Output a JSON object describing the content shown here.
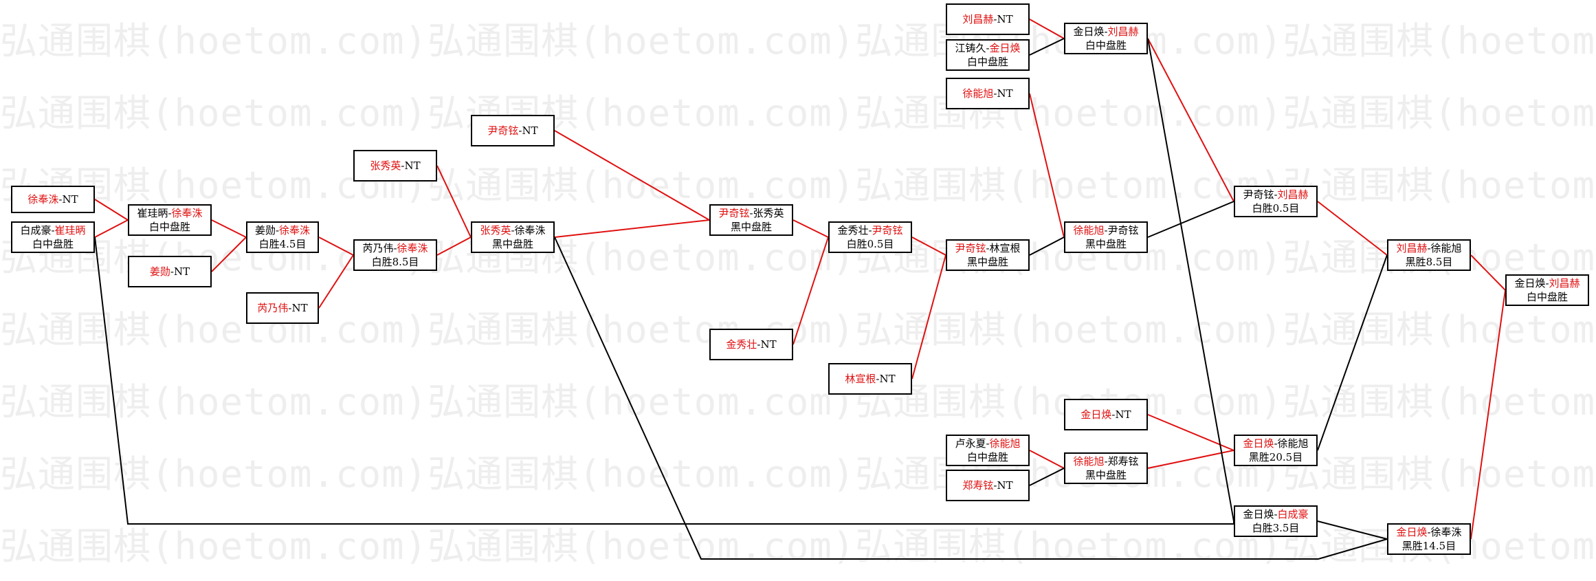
{
  "watermark": "弘通围棋(hoetom.com)",
  "colors": {
    "winner": "#e01010",
    "text": "#000000",
    "red_line": "#e01010",
    "black_line": "#000000"
  },
  "nodes": [
    {
      "id": "n1",
      "parts": [
        {
          "t": "徐奉洙",
          "c": "r"
        },
        {
          "t": "-NT",
          "c": "k"
        }
      ],
      "result": ""
    },
    {
      "id": "n2",
      "parts": [
        {
          "t": "白成豪-",
          "c": "k"
        },
        {
          "t": "崔珪昞",
          "c": "r"
        }
      ],
      "result": "白中盘胜"
    },
    {
      "id": "n3",
      "parts": [
        {
          "t": "崔珪昞-",
          "c": "k"
        },
        {
          "t": "徐奉洙",
          "c": "r"
        }
      ],
      "result": "白中盘胜"
    },
    {
      "id": "n4",
      "parts": [
        {
          "t": "姜勋",
          "c": "r"
        },
        {
          "t": "-NT",
          "c": "k"
        }
      ],
      "result": ""
    },
    {
      "id": "n5",
      "parts": [
        {
          "t": "姜勋-",
          "c": "k"
        },
        {
          "t": "徐奉洙",
          "c": "r"
        }
      ],
      "result": "白胜4.5目"
    },
    {
      "id": "n6",
      "parts": [
        {
          "t": "芮乃伟",
          "c": "r"
        },
        {
          "t": "-NT",
          "c": "k"
        }
      ],
      "result": ""
    },
    {
      "id": "n7",
      "parts": [
        {
          "t": "张秀英",
          "c": "r"
        },
        {
          "t": "-NT",
          "c": "k"
        }
      ],
      "result": ""
    },
    {
      "id": "n8",
      "parts": [
        {
          "t": "芮乃伟-",
          "c": "k"
        },
        {
          "t": "徐奉洙",
          "c": "r"
        }
      ],
      "result": "白胜8.5目"
    },
    {
      "id": "n9",
      "parts": [
        {
          "t": "尹奇铉",
          "c": "r"
        },
        {
          "t": "-NT",
          "c": "k"
        }
      ],
      "result": ""
    },
    {
      "id": "n10",
      "parts": [
        {
          "t": "张秀英",
          "c": "r"
        },
        {
          "t": "-徐奉洙",
          "c": "k"
        }
      ],
      "result": "黑中盘胜"
    },
    {
      "id": "n11",
      "parts": [
        {
          "t": "尹奇铉",
          "c": "r"
        },
        {
          "t": "-张秀英",
          "c": "k"
        }
      ],
      "result": "黑中盘胜"
    },
    {
      "id": "n12",
      "parts": [
        {
          "t": "金秀壮",
          "c": "r"
        },
        {
          "t": "-NT",
          "c": "k"
        }
      ],
      "result": ""
    },
    {
      "id": "n13",
      "parts": [
        {
          "t": "金秀壮-",
          "c": "k"
        },
        {
          "t": "尹奇铉",
          "c": "r"
        }
      ],
      "result": "白胜0.5目"
    },
    {
      "id": "n14",
      "parts": [
        {
          "t": "林宣根",
          "c": "r"
        },
        {
          "t": "-NT",
          "c": "k"
        }
      ],
      "result": ""
    },
    {
      "id": "n15",
      "parts": [
        {
          "t": "尹奇铉",
          "c": "r"
        },
        {
          "t": "-林宣根",
          "c": "k"
        }
      ],
      "result": "黑中盘胜"
    },
    {
      "id": "n16",
      "parts": [
        {
          "t": "刘昌赫",
          "c": "r"
        },
        {
          "t": "-NT",
          "c": "k"
        }
      ],
      "result": ""
    },
    {
      "id": "n17",
      "parts": [
        {
          "t": "江铸久-",
          "c": "k"
        },
        {
          "t": "金日焕",
          "c": "r"
        }
      ],
      "result": "白中盘胜"
    },
    {
      "id": "n18",
      "parts": [
        {
          "t": "徐能旭",
          "c": "r"
        },
        {
          "t": "-NT",
          "c": "k"
        }
      ],
      "result": ""
    },
    {
      "id": "n19",
      "parts": [
        {
          "t": "卢永夏-",
          "c": "k"
        },
        {
          "t": "徐能旭",
          "c": "r"
        }
      ],
      "result": "白中盘胜"
    },
    {
      "id": "n20",
      "parts": [
        {
          "t": "郑寿铉",
          "c": "r"
        },
        {
          "t": "-NT",
          "c": "k"
        }
      ],
      "result": ""
    },
    {
      "id": "n21",
      "parts": [
        {
          "t": "金日焕-",
          "c": "k"
        },
        {
          "t": "刘昌赫",
          "c": "r"
        }
      ],
      "result": "白中盘胜"
    },
    {
      "id": "n22",
      "parts": [
        {
          "t": "徐能旭",
          "c": "r"
        },
        {
          "t": "-尹奇铉",
          "c": "k"
        }
      ],
      "result": "黑中盘胜"
    },
    {
      "id": "n23",
      "parts": [
        {
          "t": "金日焕",
          "c": "r"
        },
        {
          "t": "-NT",
          "c": "k"
        }
      ],
      "result": ""
    },
    {
      "id": "n24",
      "parts": [
        {
          "t": "徐能旭",
          "c": "r"
        },
        {
          "t": "-郑寿铉",
          "c": "k"
        }
      ],
      "result": "黑中盘胜"
    },
    {
      "id": "n25",
      "parts": [
        {
          "t": "尹奇铉-",
          "c": "k"
        },
        {
          "t": "刘昌赫",
          "c": "r"
        }
      ],
      "result": "白胜0.5目"
    },
    {
      "id": "n26",
      "parts": [
        {
          "t": "金日焕",
          "c": "r"
        },
        {
          "t": "-徐能旭",
          "c": "k"
        }
      ],
      "result": "黑胜20.5目"
    },
    {
      "id": "n27",
      "parts": [
        {
          "t": "金日焕-",
          "c": "k"
        },
        {
          "t": "白成豪",
          "c": "r"
        }
      ],
      "result": "白胜3.5目"
    },
    {
      "id": "n28",
      "parts": [
        {
          "t": "刘昌赫",
          "c": "r"
        },
        {
          "t": "-徐能旭",
          "c": "k"
        }
      ],
      "result": "黑胜8.5目"
    },
    {
      "id": "n29",
      "parts": [
        {
          "t": "金日焕",
          "c": "r"
        },
        {
          "t": "-徐奉洙",
          "c": "k"
        }
      ],
      "result": "黑胜14.5目"
    },
    {
      "id": "n30",
      "parts": [
        {
          "t": "金日焕-",
          "c": "k"
        },
        {
          "t": "刘昌赫",
          "c": "r"
        }
      ],
      "result": "白中盘胜"
    }
  ],
  "edges": [
    {
      "from": "n1",
      "to": "n3",
      "color": "red"
    },
    {
      "from": "n2",
      "to": "n3",
      "color": "red"
    },
    {
      "from": "n3",
      "to": "n5",
      "color": "red"
    },
    {
      "from": "n4",
      "to": "n5",
      "color": "red"
    },
    {
      "from": "n5",
      "to": "n8",
      "color": "red"
    },
    {
      "from": "n6",
      "to": "n8",
      "color": "red"
    },
    {
      "from": "n7",
      "to": "n10",
      "color": "red"
    },
    {
      "from": "n8",
      "to": "n10",
      "color": "red"
    },
    {
      "from": "n9",
      "to": "n11",
      "color": "red"
    },
    {
      "from": "n10",
      "to": "n11",
      "color": "red"
    },
    {
      "from": "n11",
      "to": "n13",
      "color": "red"
    },
    {
      "from": "n12",
      "to": "n13",
      "color": "red"
    },
    {
      "from": "n13",
      "to": "n15",
      "color": "red"
    },
    {
      "from": "n14",
      "to": "n15",
      "color": "red"
    },
    {
      "from": "n16",
      "to": "n21",
      "color": "red"
    },
    {
      "from": "n17",
      "to": "n21",
      "color": "black"
    },
    {
      "from": "n18",
      "to": "n22",
      "color": "red"
    },
    {
      "from": "n15",
      "to": "n22",
      "color": "black"
    },
    {
      "from": "n19",
      "to": "n24",
      "color": "red"
    },
    {
      "from": "n20",
      "to": "n24",
      "color": "black"
    },
    {
      "from": "n21",
      "to": "n25",
      "color": "red"
    },
    {
      "from": "n22",
      "to": "n25",
      "color": "black"
    },
    {
      "from": "n23",
      "to": "n26",
      "color": "red"
    },
    {
      "from": "n24",
      "to": "n26",
      "color": "red"
    },
    {
      "from": "n21",
      "to": "n27",
      "color": "black"
    },
    {
      "from": "n2",
      "to": "n27",
      "color": "black"
    },
    {
      "from": "n25",
      "to": "n28",
      "color": "red"
    },
    {
      "from": "n26",
      "to": "n28",
      "color": "black"
    },
    {
      "from": "n27",
      "to": "n29",
      "color": "black"
    },
    {
      "from": "n10",
      "to": "n29",
      "color": "black"
    },
    {
      "from": "n28",
      "to": "n30",
      "color": "red"
    },
    {
      "from": "n29",
      "to": "n30",
      "color": "red"
    }
  ]
}
